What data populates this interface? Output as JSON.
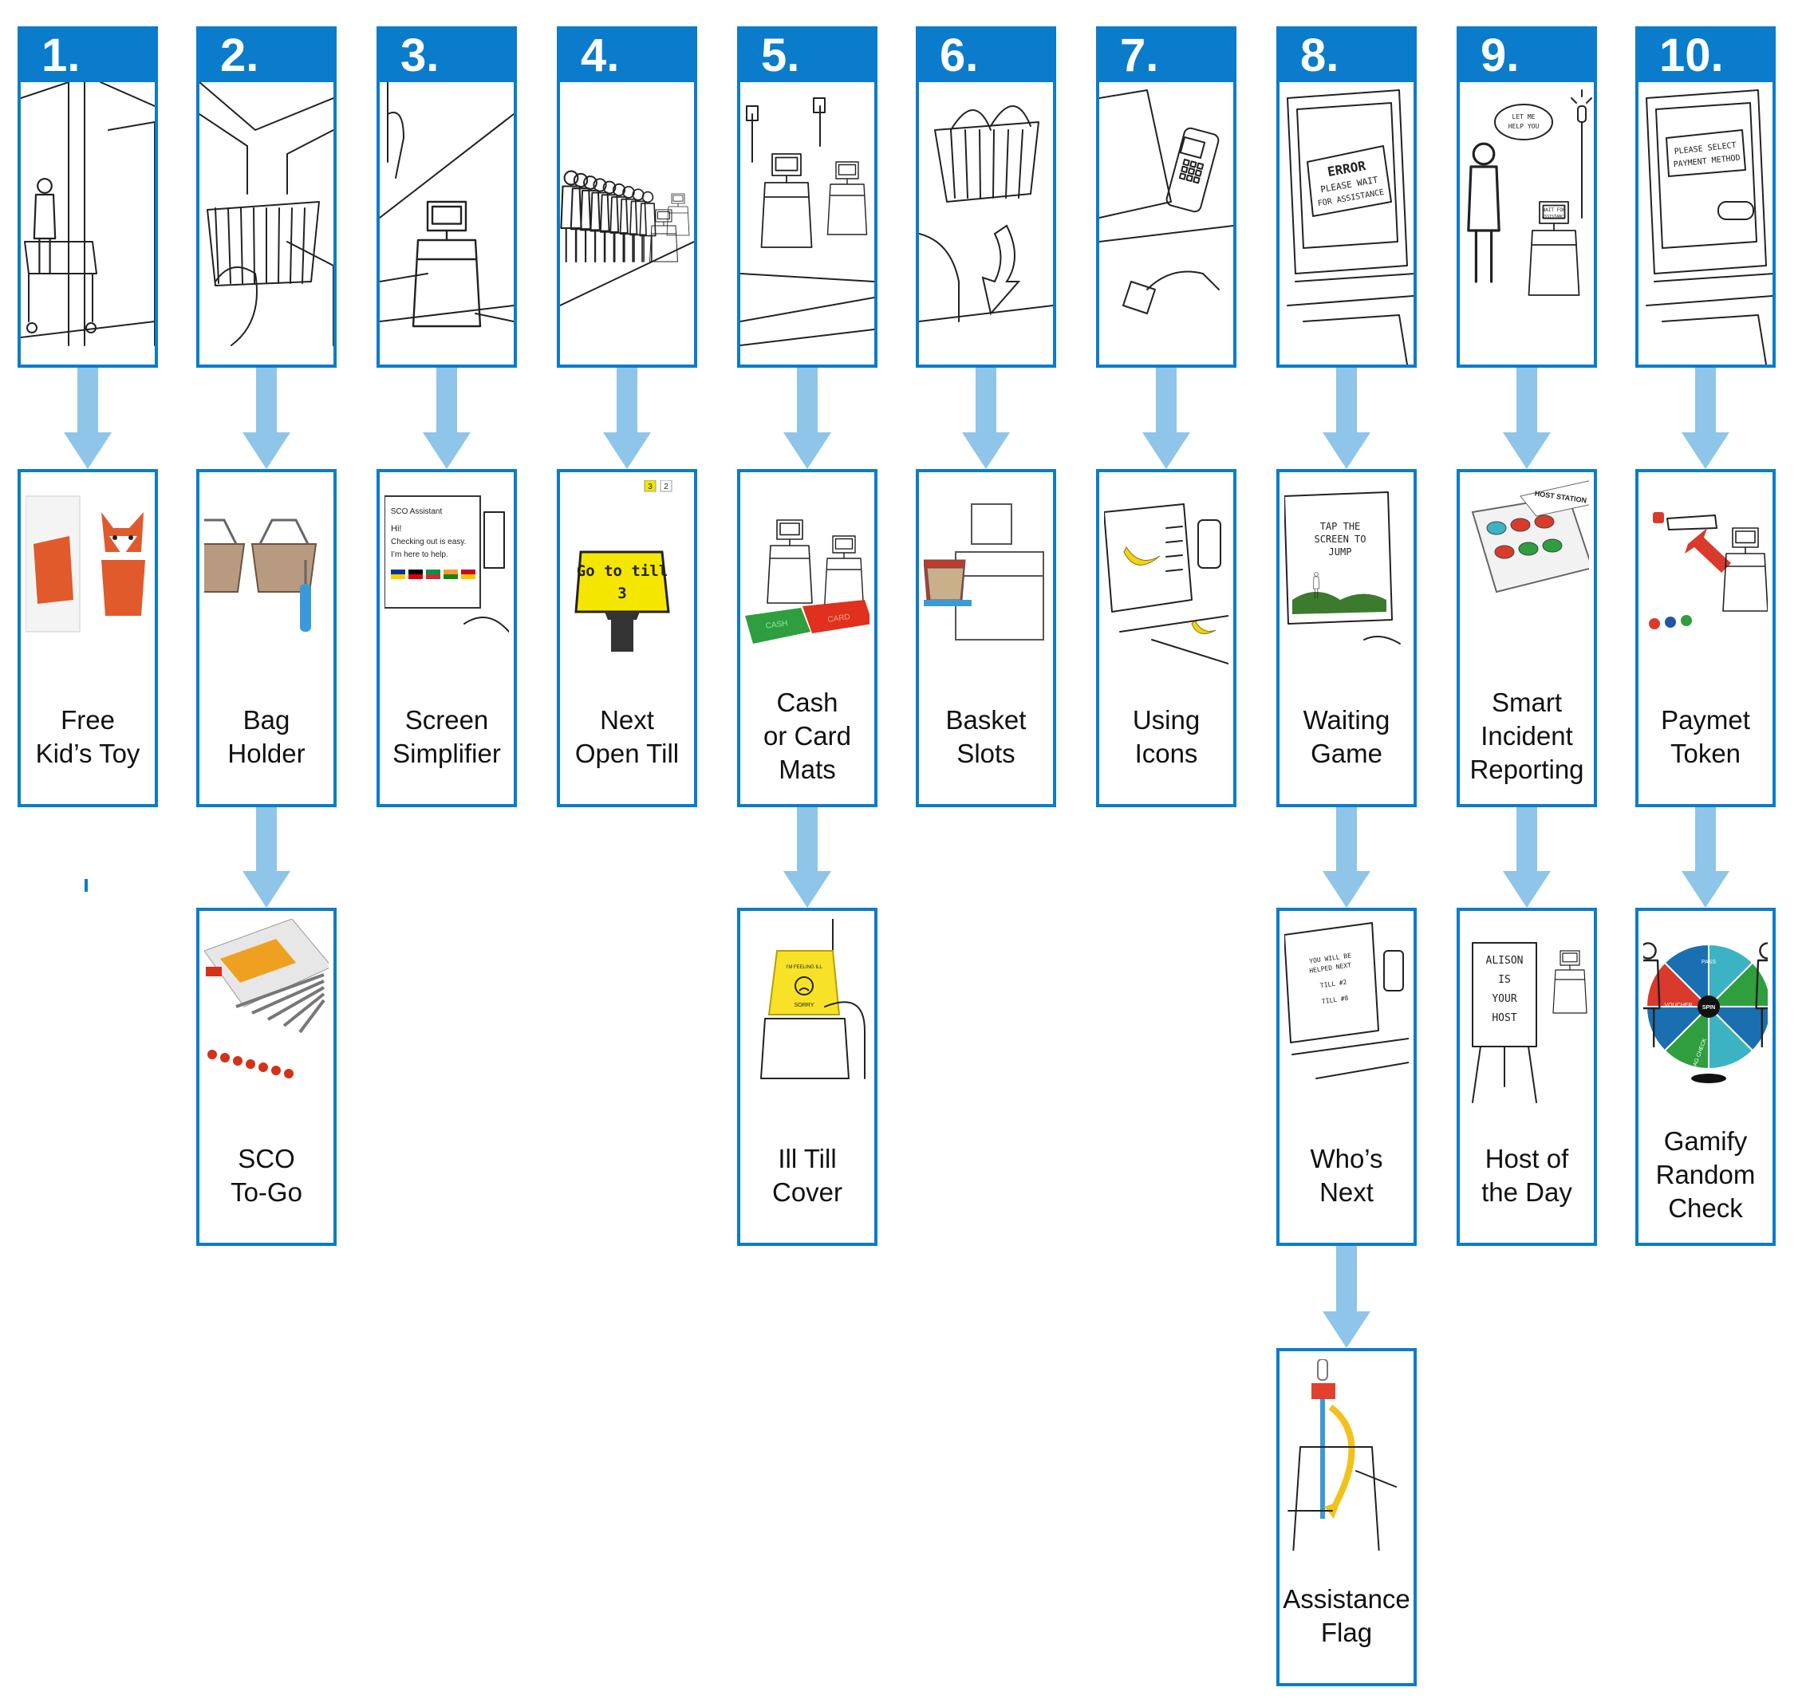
{
  "colors": {
    "header_blue": "#0a7ccb",
    "arrow_blue": "#8ec5e8"
  },
  "columns": [
    {
      "step": "1.",
      "scene": "shopper-with-trolley-sketch",
      "ideas": [
        {
          "label": "Free\nKid’s Toy",
          "art": "fox-toy-icon"
        }
      ]
    },
    {
      "step": "2.",
      "scene": "trolley-aisle-sketch",
      "ideas": [
        {
          "label": "Bag\nHolder",
          "art": "basket-holder-icon"
        },
        {
          "label": "SCO\nTo-Go",
          "art": "store-floorplan-icon"
        }
      ]
    },
    {
      "step": "3.",
      "scene": "self-checkout-kiosk-sketch",
      "ideas": [
        {
          "label": "Screen\nSimplifier",
          "art": "sco-assistant-screen-icon",
          "art_text": {
            "title": "SCO Assistant",
            "line1": "Hi!",
            "line2": "Checking out is easy.",
            "line3": "I’m here to help."
          }
        }
      ]
    },
    {
      "step": "4.",
      "scene": "queue-sketch",
      "ideas": [
        {
          "label": "Next\nOpen Till",
          "art": "go-to-till-sign-icon",
          "art_text": {
            "sign_line1": "Go to till",
            "sign_line2": "3",
            "badge_a": "3",
            "badge_b": "2"
          }
        }
      ]
    },
    {
      "step": "5.",
      "scene": "cash-card-tills-sketch",
      "ideas": [
        {
          "label": "Cash\nor Card\nMats",
          "art": "cash-card-mats-icon",
          "art_text": {
            "mat_a": "CASH",
            "mat_b": "CARD"
          }
        },
        {
          "label": "Ill Till\nCover",
          "art": "ill-till-cover-icon",
          "art_text": {
            "line1": "I’M FEELING ILL",
            "line2": "SORRY"
          }
        }
      ]
    },
    {
      "step": "6.",
      "scene": "basket-sketch",
      "ideas": [
        {
          "label": "Basket\nSlots",
          "art": "basket-slot-icon"
        }
      ]
    },
    {
      "step": "7.",
      "scene": "card-reader-sketch",
      "ideas": [
        {
          "label": "Using\nIcons",
          "art": "banana-icon-screen"
        }
      ]
    },
    {
      "step": "8.",
      "scene": "error-screen-sketch",
      "scene_text": {
        "line1": "ERROR",
        "line2": "PLEASE WAIT",
        "line3": "FOR ASSISTANCE"
      },
      "ideas": [
        {
          "label": "Waiting\nGame",
          "art": "jump-game-screen-icon",
          "art_text": {
            "line1": "TAP THE",
            "line2": "SCREEN TO",
            "line3": "JUMP"
          }
        },
        {
          "label": "Who’s\nNext",
          "art": "whos-next-screen-icon",
          "art_text": {
            "line1": "YOU WILL BE",
            "line2": "HELPED NEXT",
            "line3": "TILL #2",
            "line4": "TILL #8"
          }
        },
        {
          "label": "Assistance\nFlag",
          "art": "assistance-flag-icon"
        }
      ]
    },
    {
      "step": "9.",
      "scene": "helper-arrives-sketch",
      "scene_text": {
        "bubble_a": "LET ME",
        "bubble_b": "HELP YOU",
        "screen_a": "WAIT FOR",
        "screen_b": "ASSISTANCE"
      },
      "ideas": [
        {
          "label": "Smart\nIncident\nReporting",
          "art": "host-station-buttons-icon",
          "art_text": {
            "panel": "HOST STATION"
          }
        },
        {
          "label": "Host of\nthe Day",
          "art": "easel-sign-icon",
          "art_text": {
            "line1": "ALISON",
            "line2": "IS",
            "line3": "YOUR",
            "line4": "HOST"
          }
        }
      ]
    },
    {
      "step": "10.",
      "scene": "payment-method-screen-sketch",
      "scene_text": {
        "line1": "PLEASE SELECT",
        "line2": "PAYMENT METHOD"
      },
      "ideas": [
        {
          "label": "Paymet\nToken",
          "art": "payment-token-icon"
        },
        {
          "label": "Gamify\nRandom\nCheck",
          "art": "spin-wheel-icon",
          "art_text": {
            "center": "SPIN",
            "seg1": "PASS",
            "seg2": "VOUCHER",
            "seg3": "BAG CHECK"
          }
        }
      ]
    }
  ]
}
